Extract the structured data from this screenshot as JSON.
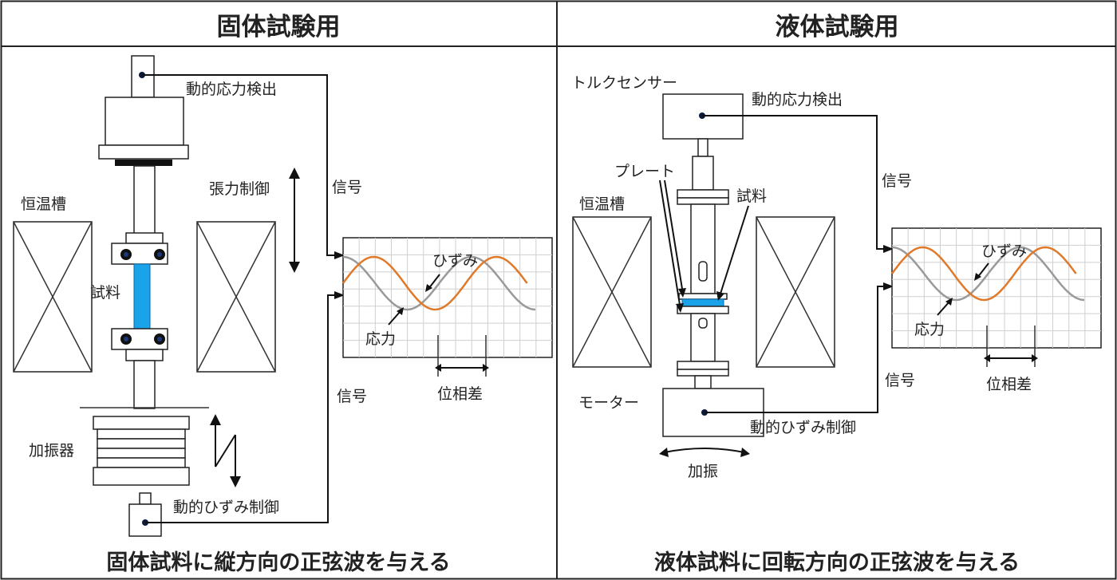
{
  "panels": {
    "solid": {
      "title": "固体試験用",
      "footer": "固体試料に縦方向の正弦波を与える",
      "labels": {
        "stress_detect": "動的応力検出",
        "tension": "張力制御",
        "chamber": "恒温槽",
        "sample": "試料",
        "vibrator": "加振器",
        "strain_ctrl": "動的ひずみ制御",
        "signal_top": "信号",
        "signal_bottom": "信号"
      },
      "wave": {
        "strain": "ひずみ",
        "stress": "応力",
        "phase": "位相差"
      }
    },
    "liquid": {
      "title": "液体試験用",
      "footer": "液体試料に回転方向の正弦波を与える",
      "labels": {
        "torque_sensor": "トルクセンサー",
        "stress_detect": "動的応力検出",
        "plate": "プレート",
        "sample": "試料",
        "chamber": "恒温槽",
        "motor": "モーター",
        "strain_ctrl": "動的ひずみ制御",
        "excite": "加振",
        "signal_top": "信号",
        "signal_bottom": "信号"
      },
      "wave": {
        "strain": "ひずみ",
        "stress": "応力",
        "phase": "位相差"
      }
    }
  },
  "colors": {
    "strain": "#e07a2a",
    "stress": "#9a9a9a",
    "sample": "#1aa3e8"
  }
}
